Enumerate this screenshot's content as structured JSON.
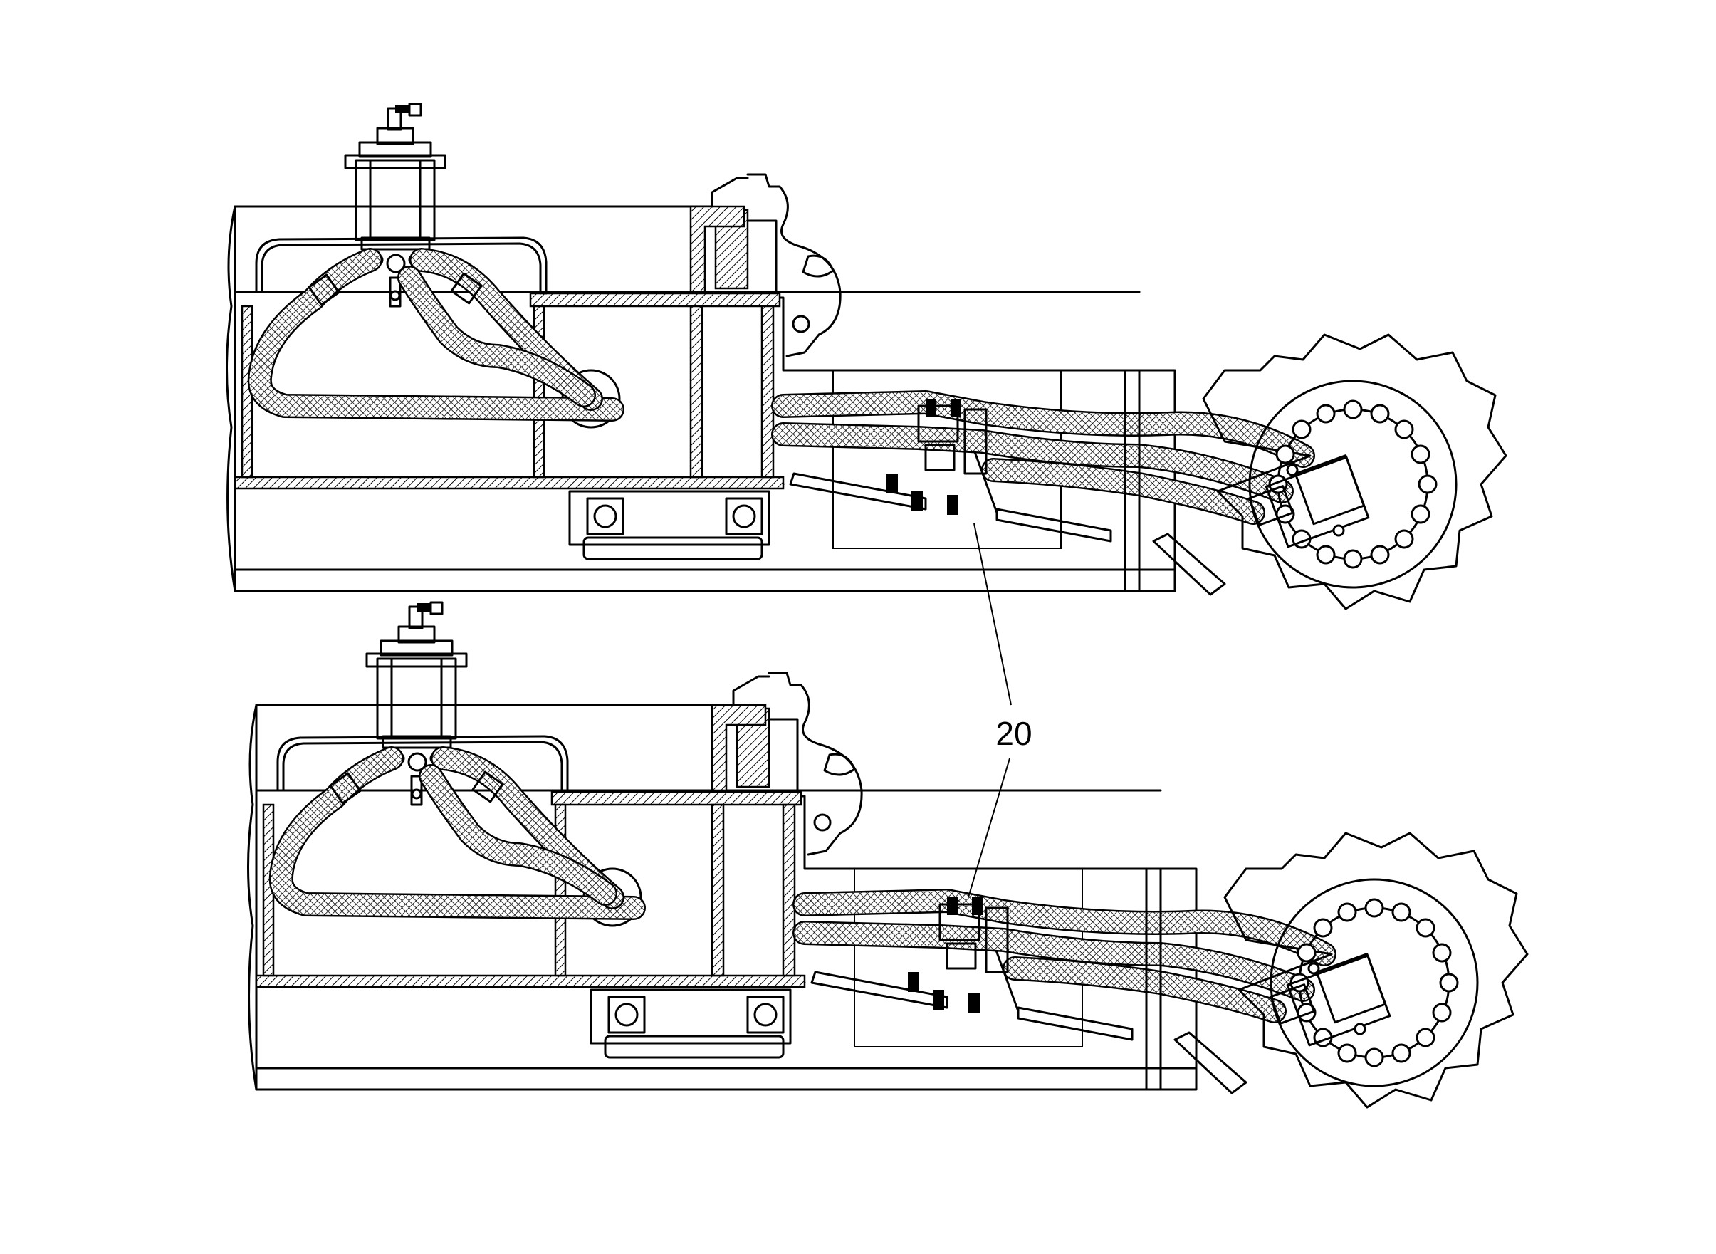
{
  "callout": {
    "number": "20"
  },
  "views": [
    {
      "id": "upper",
      "hose_links": [
        "valve-to-box",
        "box-to-motor",
        "motor-feed"
      ]
    },
    {
      "id": "lower",
      "hose_links": [
        "valve-to-box",
        "box-to-motor",
        "motor-feed"
      ]
    }
  ]
}
